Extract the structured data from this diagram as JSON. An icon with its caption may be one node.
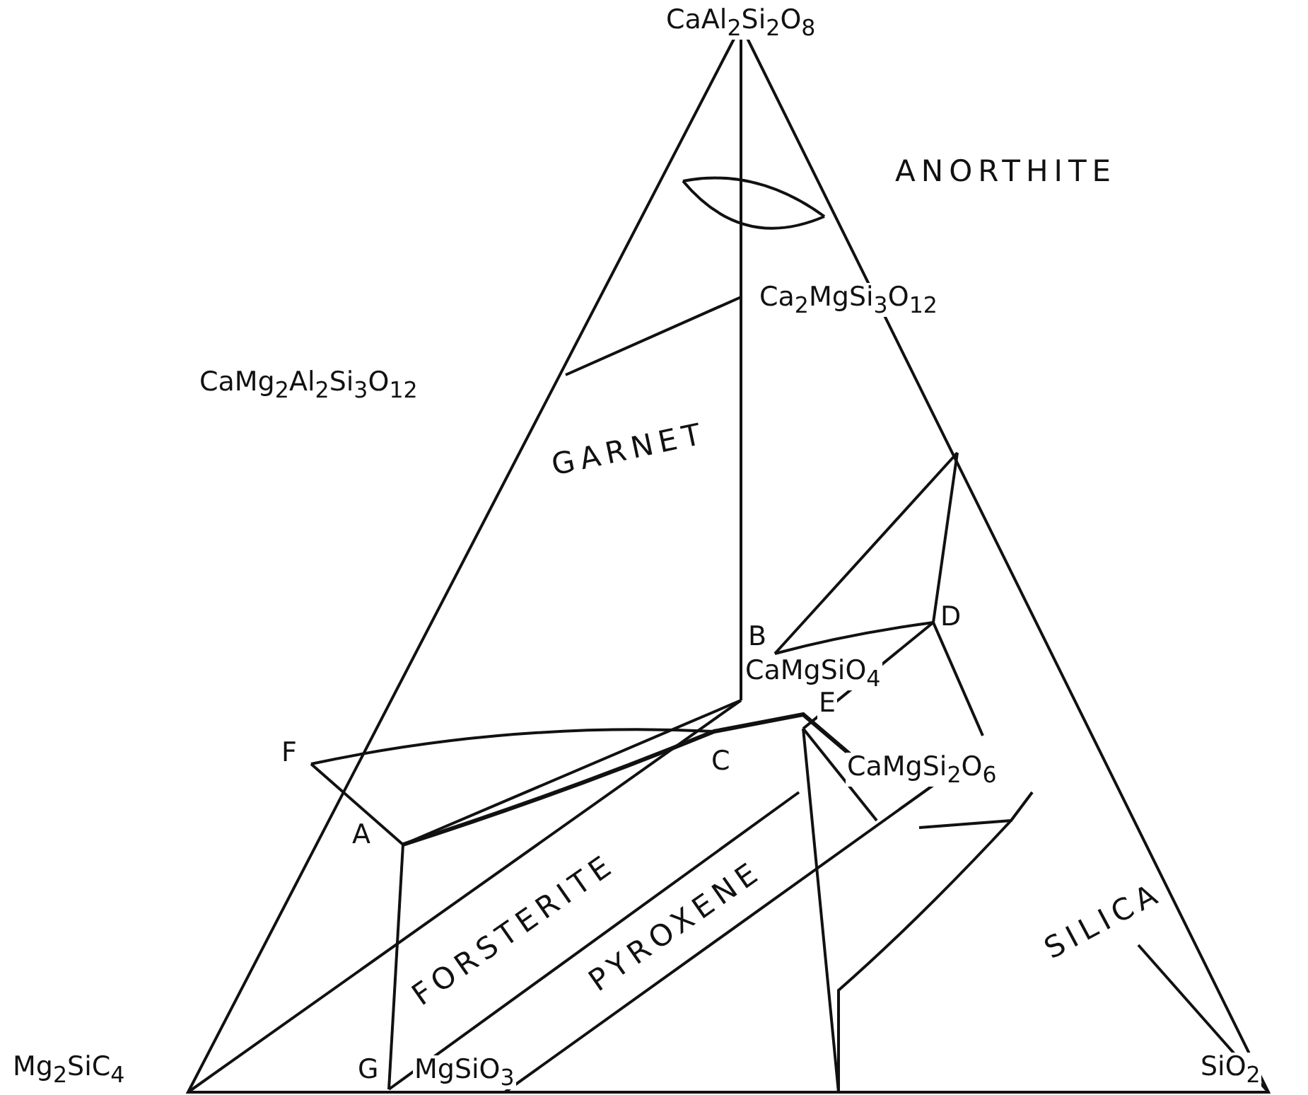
{
  "diagram": {
    "labels": [
      "CaAl$_{2}$Si$_{2}$O$_{8}$",
      "ANORTHITE",
      "Ca$_{2}$MgSi$_{3}$O$_{12}$",
      "CaMg$_{2}$Al$_{2}$Si$_{3}$O$_{12}$",
      "GARNET",
      "D",
      "B",
      "CaMgSiO$_{4}$",
      "E",
      "F",
      "C",
      "A",
      "PYROXENE",
      "CaMgSi$_{2}$O$_{6}$",
      "FORSTERITE",
      "SILICA",
      "Mg$_{2}$SiC$_{4}$",
      "G",
      "MgSiO$_{3}$",
      "SiO$_{2}$"
    ]
  }
}
